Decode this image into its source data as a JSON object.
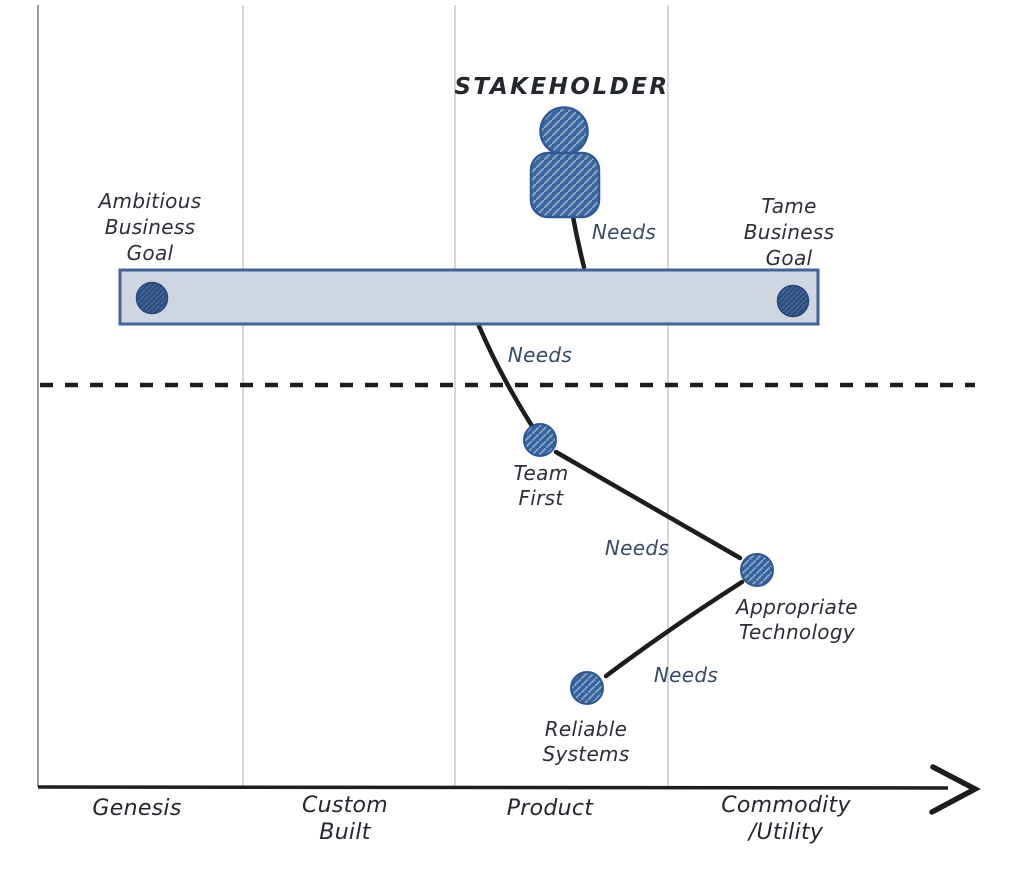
{
  "diagram": {
    "stakeholder": {
      "label": "STAKEHOLDER"
    },
    "goal_bar": {
      "left": {
        "label": "Ambitious\nBusiness\nGoal"
      },
      "right": {
        "label": "Tame\nBusiness\nGoal"
      }
    },
    "nodes": [
      {
        "label": "Team\nFirst"
      },
      {
        "label": "Appropriate\nTechnology"
      },
      {
        "label": "Reliable\nSystems"
      }
    ],
    "edges": [
      {
        "from": "stakeholder",
        "to": "business-goal-bar",
        "label": "Needs"
      },
      {
        "from": "business-goal-bar",
        "to": "team-first",
        "label": "Needs"
      },
      {
        "from": "team-first",
        "to": "appropriate-technology",
        "label": "Needs"
      },
      {
        "from": "appropriate-technology",
        "to": "reliable-systems",
        "label": "Needs"
      }
    ]
  },
  "axis": {
    "stages": [
      {
        "label": "Genesis"
      },
      {
        "label": "Custom\nBuilt"
      },
      {
        "label": "Product"
      },
      {
        "label": "Commodity\n/Utility"
      }
    ]
  },
  "colors": {
    "node_fill": "#35639d",
    "goal_dot_fill": "#2b4e80",
    "bar_fill": "#cfd6e2",
    "bar_border": "#3f639a",
    "edge_line": "#1d1d1d",
    "gridline": "#cccccc",
    "needs_text": "#374a68"
  }
}
